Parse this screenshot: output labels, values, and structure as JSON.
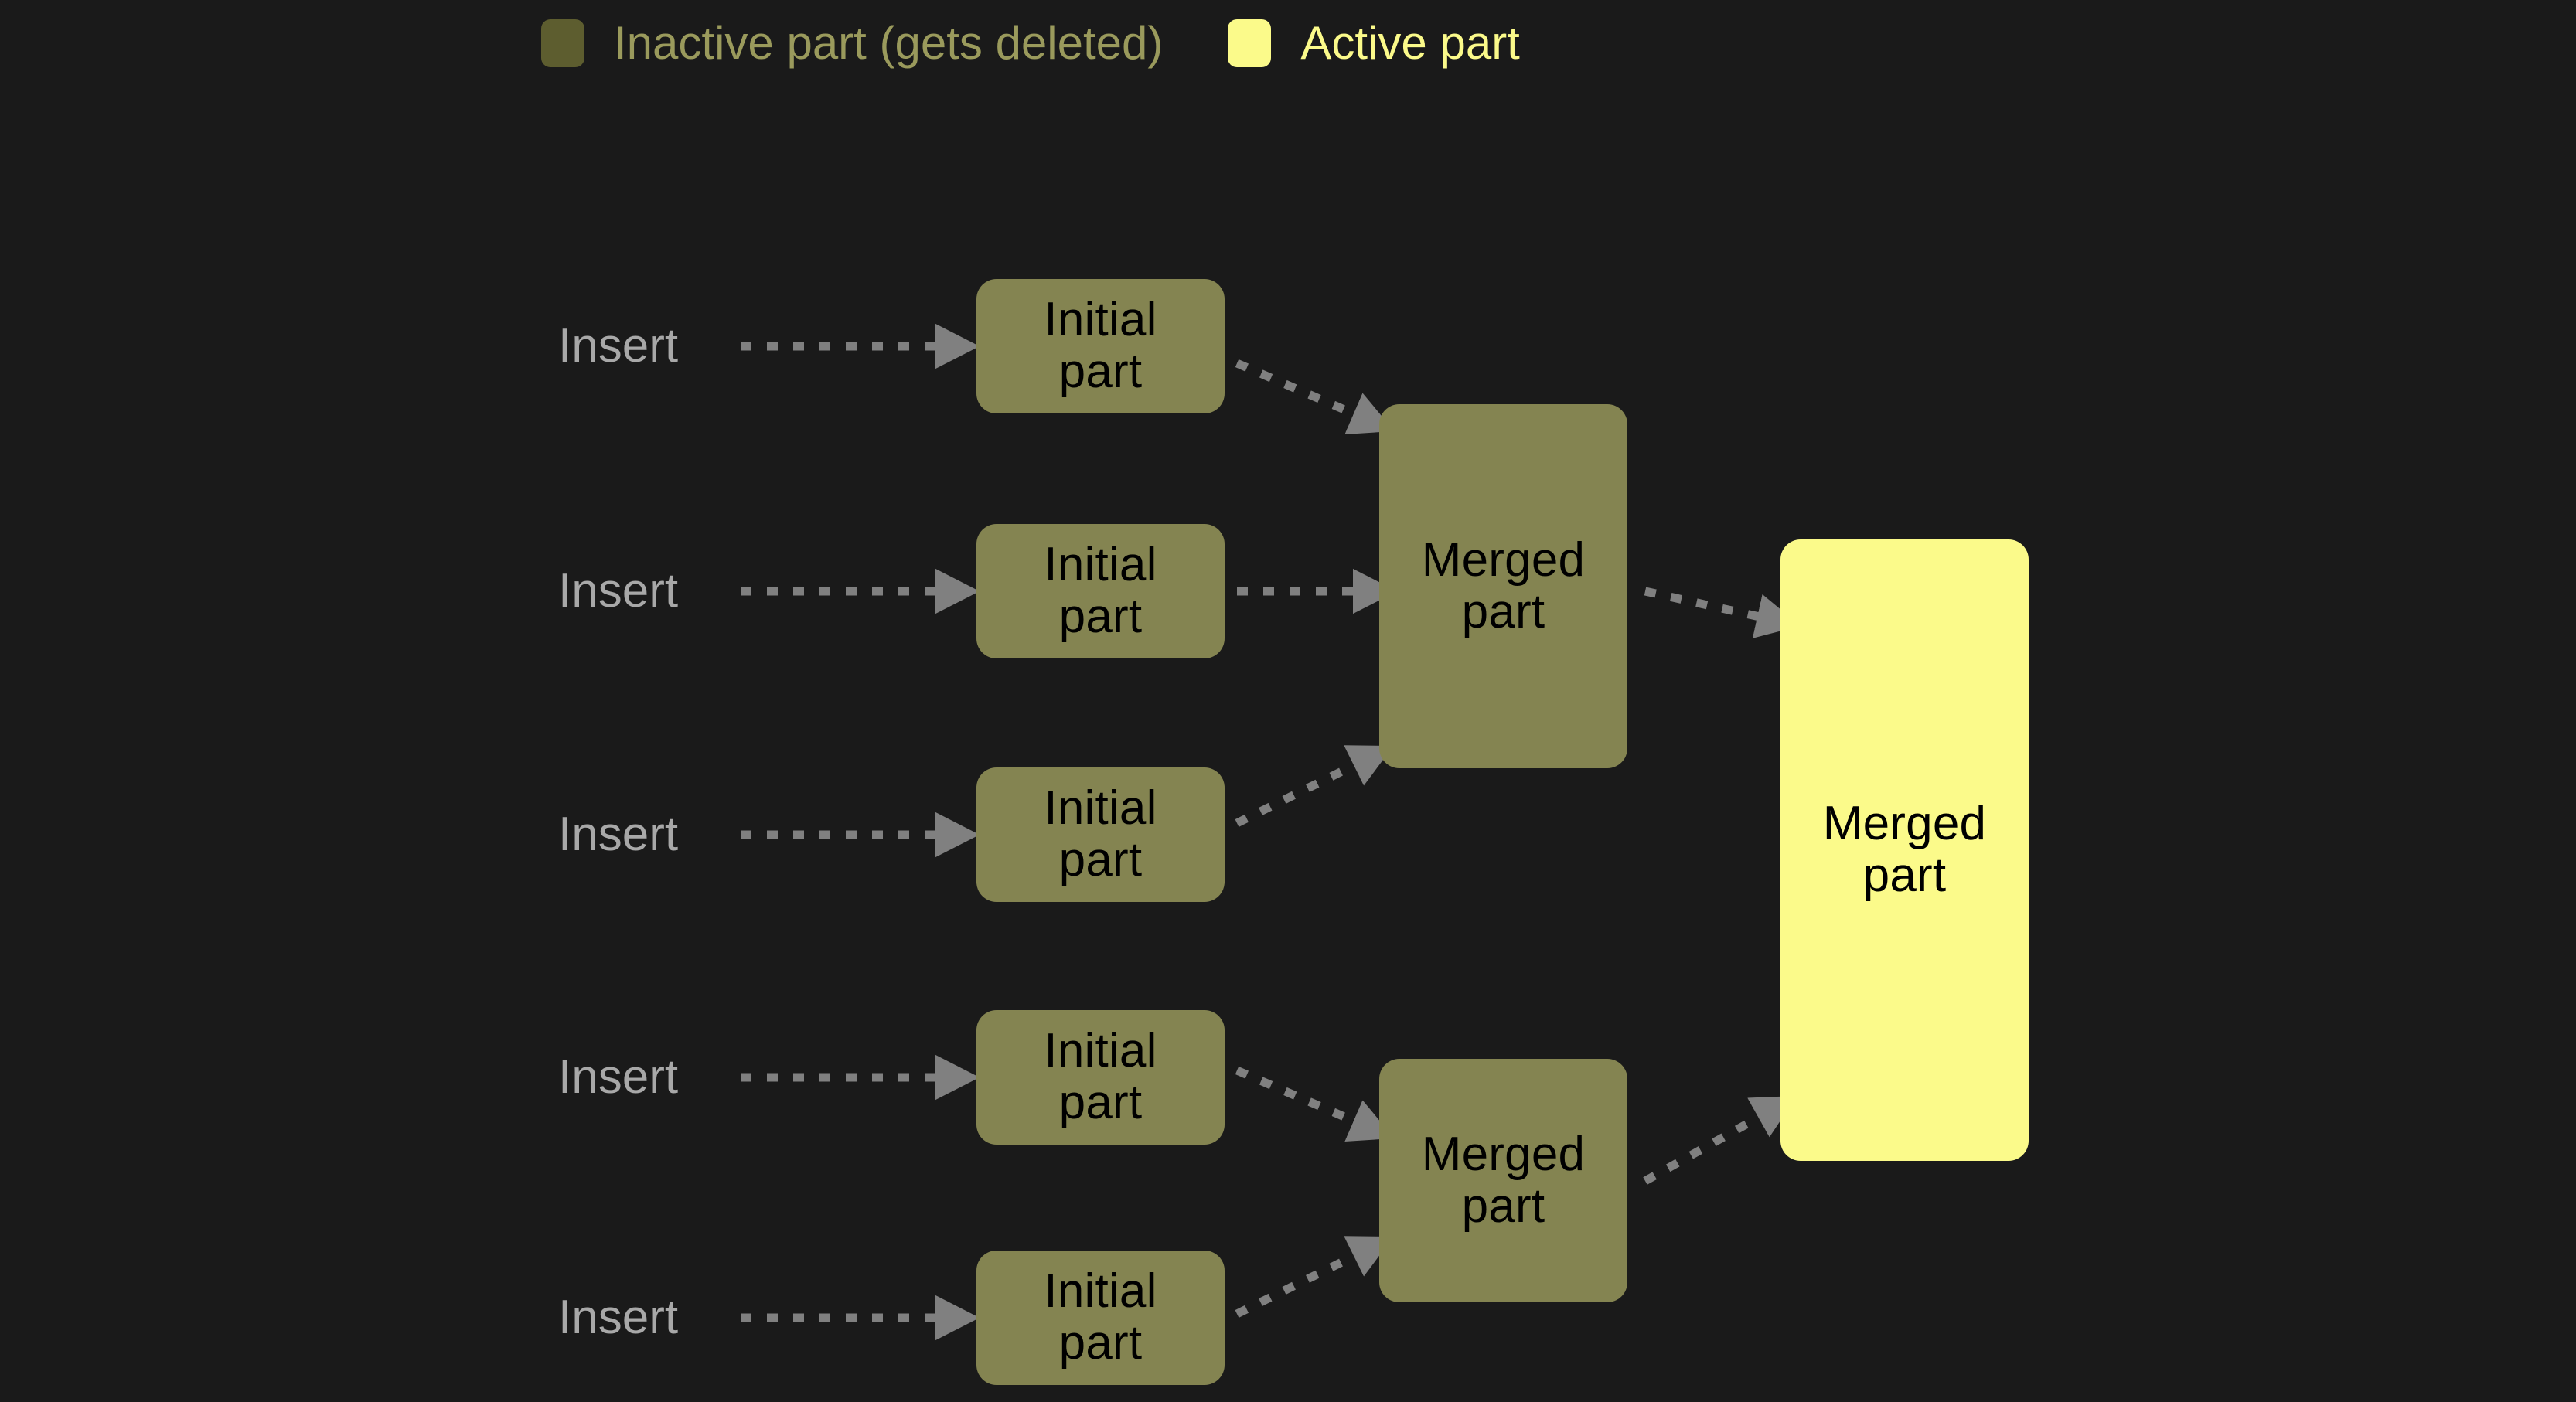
{
  "background_color": "#1a1a1a",
  "legend": {
    "items": [
      {
        "label": "Inactive part (gets deleted)",
        "swatch_color": "#5d5d2f",
        "text_color": "#9a9a5c",
        "kind": "inactive"
      },
      {
        "label": "Active part",
        "swatch_color": "#fbfa8a",
        "text_color": "#fbfa8a",
        "kind": "active"
      }
    ]
  },
  "colors": {
    "inactive_node_fill": "#848451",
    "active_node_fill": "#fbfa8a",
    "node_text": "#000000",
    "insert_label_text": "#a8a8a8",
    "arrow": "#808080"
  },
  "inserts": [
    {
      "label": "Insert"
    },
    {
      "label": "Insert"
    },
    {
      "label": "Insert"
    },
    {
      "label": "Insert"
    },
    {
      "label": "Insert"
    }
  ],
  "initial_parts": [
    {
      "line1": "Initial",
      "line2": "part"
    },
    {
      "line1": "Initial",
      "line2": "part"
    },
    {
      "line1": "Initial",
      "line2": "part"
    },
    {
      "line1": "Initial",
      "line2": "part"
    },
    {
      "line1": "Initial",
      "line2": "part"
    }
  ],
  "merged_parts": [
    {
      "line1": "Merged",
      "line2": "part",
      "kind": "inactive"
    },
    {
      "line1": "Merged",
      "line2": "part",
      "kind": "inactive"
    }
  ],
  "final_part": {
    "line1": "Merged",
    "line2": "part",
    "kind": "active"
  },
  "arrows": {
    "style": "dotted",
    "head": "triangle",
    "count": 10
  }
}
